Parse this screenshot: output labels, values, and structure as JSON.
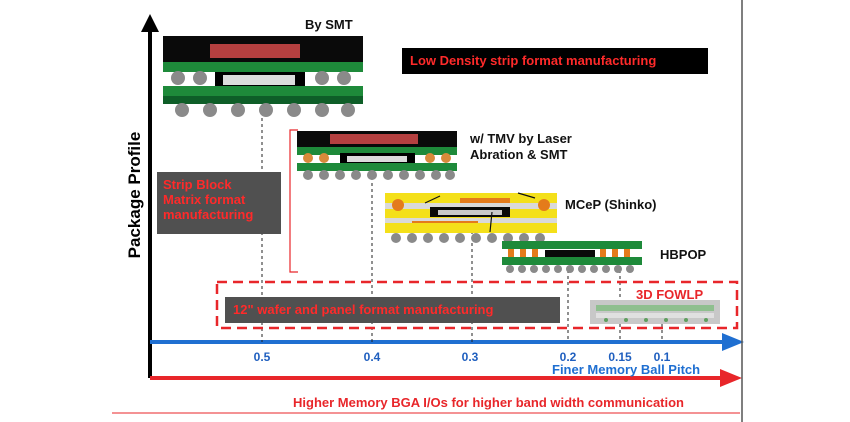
{
  "axes": {
    "y_title": "Package Profile",
    "x_pitch_title": "Finer Memory Ball Pitch",
    "x_io_title": "Higher Memory BGA I/Os for higher band width communication",
    "pitch_ticks": [
      "0.5",
      "0.4",
      "0.3",
      "0.2",
      "0.15",
      "0.1"
    ]
  },
  "packages": {
    "smt": "By SMT",
    "tmv_line1": "w/ TMV by Laser",
    "tmv_line2": "Abration & SMT",
    "mcep": "MCeP (Shinko)",
    "hbpop": "HBPOP",
    "fowlp": "3D FOWLP"
  },
  "manufacturing": {
    "low_density": "Low Density strip format manufacturing",
    "strip_line1": "Strip Block",
    "strip_line2": "Matrix format",
    "strip_line3": "manufacturing",
    "wafer_panel": "12\" wafer and panel format manufacturing"
  },
  "colors": {
    "pitch_axis": "#1f6fd1",
    "io_axis": "#e8262a",
    "highlight_text": "#ff2a2a",
    "dashed_box": "#e8262a"
  }
}
